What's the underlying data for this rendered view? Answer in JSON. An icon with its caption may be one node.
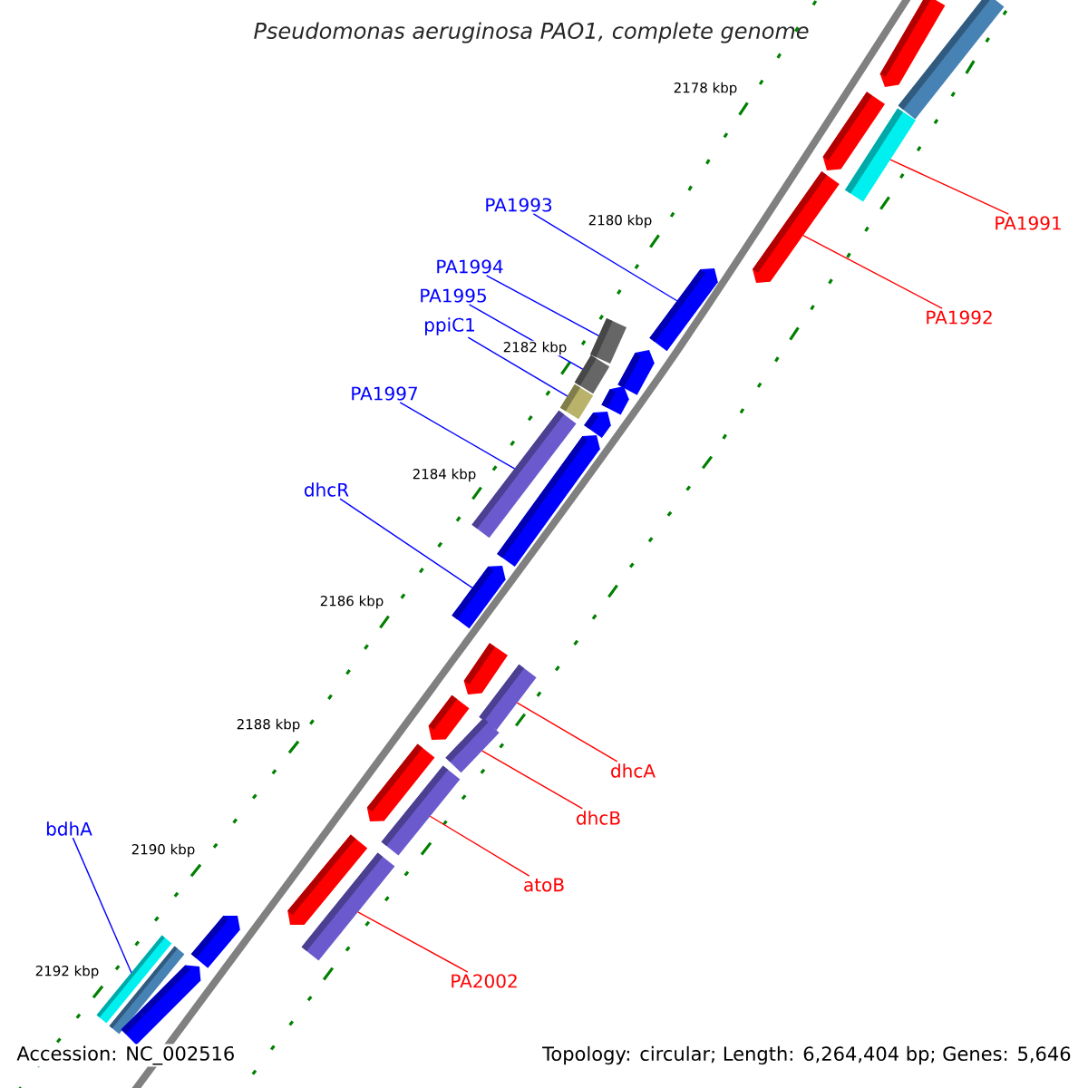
{
  "diagram": {
    "title": "Pseudomonas aeruginosa PAO1, complete genome",
    "nodes": [
      {
        "text": [
          "PA1993"
        ]
      },
      {
        "text": [
          "PA1994"
        ]
      },
      {
        "text": [
          "PA1995"
        ]
      },
      {
        "text": [
          "ppiC1"
        ]
      },
      {
        "text": [
          "PA1997"
        ]
      },
      {
        "text": [
          "dhcR"
        ]
      },
      {
        "text": [
          "bdhA"
        ]
      },
      {
        "text": [
          "PA1991"
        ]
      },
      {
        "text": [
          "PA1992"
        ]
      },
      {
        "text": [
          "dhcA"
        ]
      },
      {
        "text": [
          "dhcB"
        ]
      },
      {
        "text": [
          "atoB"
        ]
      },
      {
        "text": [
          "PA2002"
        ]
      },
      {
        "text": [],
        "shape": "bar"
      },
      {
        "text": [],
        "shape": "bar"
      },
      {
        "text": [],
        "shape": "bar"
      },
      {
        "text": [],
        "shape": "bar"
      },
      {
        "text": [],
        "shape": "bar"
      },
      {
        "text": [],
        "shape": "bar"
      },
      {
        "text": [],
        "shape": "bar"
      },
      {
        "text": [],
        "shape": "bar"
      },
      {
        "text": [],
        "shape": "bar"
      },
      {
        "text": [],
        "shape": "bar"
      },
      {
        "text": [],
        "shape": "bar"
      },
      {
        "text": [],
        "shape": "bar"
      },
      {
        "text": [],
        "shape": "bar"
      },
      {
        "text": [],
        "shape": "bar"
      },
      {
        "text": [],
        "shape": "bar"
      },
      {
        "text": [],
        "shape": "bar"
      },
      {
        "text": [],
        "shape": "bar"
      },
      {
        "text": [],
        "shape": "bar"
      },
      {
        "text": [],
        "shape": "bar"
      },
      {
        "text": [],
        "shape": "bar"
      },
      {
        "text": [],
        "shape": "bar"
      },
      {
        "text": [],
        "shape": "bar"
      },
      {
        "text": [],
        "shape": "bar"
      },
      {
        "text": [],
        "shape": "bar"
      },
      {
        "text": [],
        "shape": "bar"
      },
      {
        "text": [],
        "shape": "bar"
      },
      {
        "text": [],
        "shape": "bar"
      }
    ],
    "edges": [
      {
        "from": 0,
        "to": 18,
        "arrow": "none"
      },
      {
        "from": 1,
        "to": 19,
        "arrow": "none"
      },
      {
        "from": 2,
        "to": 21,
        "arrow": "none"
      },
      {
        "from": 3,
        "to": 23,
        "arrow": "none"
      },
      {
        "from": 4,
        "to": 24,
        "arrow": "none"
      },
      {
        "from": 5,
        "to": 27,
        "arrow": "none"
      },
      {
        "from": 6,
        "to": 37,
        "arrow": "none"
      },
      {
        "from": 7,
        "to": 16,
        "arrow": "none",
        "color": "#ff0000"
      },
      {
        "from": 8,
        "to": 17,
        "arrow": "none",
        "color": "#ff0000"
      },
      {
        "from": 9,
        "to": 29,
        "arrow": "none",
        "color": "#ff0000"
      },
      {
        "from": 10,
        "to": 31,
        "arrow": "none",
        "color": "#ff0000"
      },
      {
        "from": 11,
        "to": 33,
        "arrow": "none",
        "color": "#ff0000"
      },
      {
        "from": 12,
        "to": 35,
        "arrow": "none",
        "color": "#ff0000"
      }
    ],
    "labels": [
      "2178 kbp",
      "2180 kbp",
      "2182 kbp",
      "2184 kbp",
      "2186 kbp",
      "2188 kbp",
      "2190 kbp",
      "2192 kbp",
      "Accession: NC_002516",
      "Topology: circular; Length: 6,264,404 bp; Genes: 5,646"
    ]
  }
}
